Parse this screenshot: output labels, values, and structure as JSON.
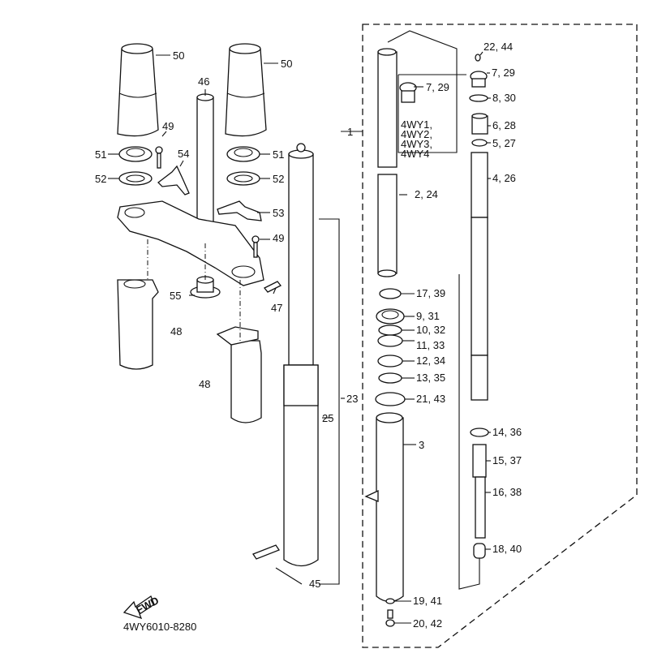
{
  "diagram": {
    "title": "Front Fork Exploded Parts Diagram",
    "drawing_number": "4WY6010-8280",
    "direction_badge": "FWD",
    "model_variants": [
      "4WY1,",
      "4WY2,",
      "4WY3,",
      "4WY4"
    ],
    "callouts": [
      {
        "id": "50a",
        "text": "50"
      },
      {
        "id": "50b",
        "text": "50"
      },
      {
        "id": "46",
        "text": "46"
      },
      {
        "id": "49a",
        "text": "49"
      },
      {
        "id": "51a",
        "text": "51"
      },
      {
        "id": "51b",
        "text": "51"
      },
      {
        "id": "52a",
        "text": "52"
      },
      {
        "id": "52b",
        "text": "52"
      },
      {
        "id": "54",
        "text": "54"
      },
      {
        "id": "53",
        "text": "53"
      },
      {
        "id": "49b",
        "text": "49"
      },
      {
        "id": "55",
        "text": "55"
      },
      {
        "id": "47",
        "text": "47"
      },
      {
        "id": "48a",
        "text": "48"
      },
      {
        "id": "48b",
        "text": "48"
      },
      {
        "id": "23",
        "text": "23"
      },
      {
        "id": "25",
        "text": "25"
      },
      {
        "id": "45",
        "text": "45"
      },
      {
        "id": "1",
        "text": "1"
      },
      {
        "id": "7_29a",
        "text": "7, 29"
      },
      {
        "id": "2_24",
        "text": "2, 24"
      },
      {
        "id": "3",
        "text": "3"
      },
      {
        "id": "17_39",
        "text": "17, 39"
      },
      {
        "id": "9_31",
        "text": "9, 31"
      },
      {
        "id": "10_32",
        "text": "10, 32"
      },
      {
        "id": "11_33",
        "text": "11, 33"
      },
      {
        "id": "12_34",
        "text": "12, 34"
      },
      {
        "id": "13_35",
        "text": "13, 35"
      },
      {
        "id": "21_43",
        "text": "21, 43"
      },
      {
        "id": "19_41",
        "text": "19, 41"
      },
      {
        "id": "20_42",
        "text": "20, 42"
      },
      {
        "id": "22_44",
        "text": "22, 44"
      },
      {
        "id": "7_29b",
        "text": "7, 29"
      },
      {
        "id": "8_30",
        "text": "8, 30"
      },
      {
        "id": "6_28",
        "text": "6, 28"
      },
      {
        "id": "5_27",
        "text": "5, 27"
      },
      {
        "id": "4_26",
        "text": "4, 26"
      },
      {
        "id": "14_36",
        "text": "14, 36"
      },
      {
        "id": "15_37",
        "text": "15, 37"
      },
      {
        "id": "16_38",
        "text": "16, 38"
      },
      {
        "id": "18_40",
        "text": "18, 40"
      }
    ]
  }
}
